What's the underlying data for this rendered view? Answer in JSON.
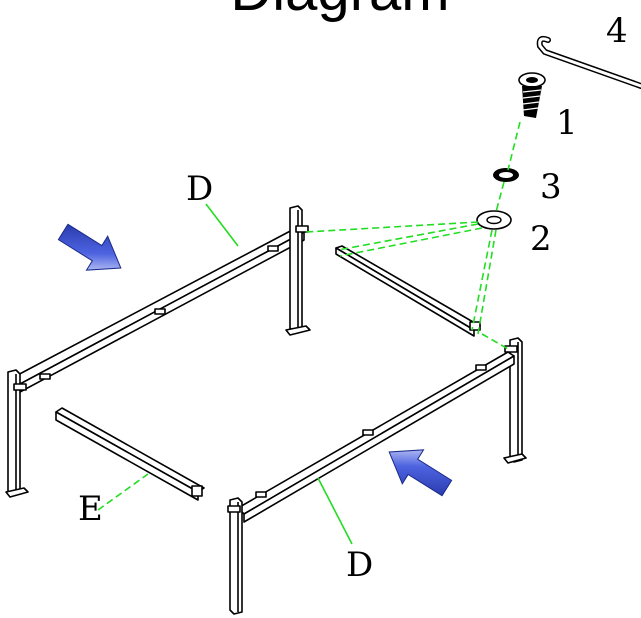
{
  "title": "Diagram",
  "colors": {
    "frame": "#000000",
    "leader": "#22dd22",
    "arrow_fill_dark": "#1f2f9f",
    "arrow_fill_light": "#ffffff"
  },
  "labels": {
    "part_1": "1",
    "part_2": "2",
    "part_3": "3",
    "part_4": "4",
    "rail_top": "D",
    "rail_bottom": "D",
    "rail_side": "E"
  },
  "icons": [
    "blue-arrow-icon",
    "hex-key-icon",
    "bolt-icon",
    "lock-washer-icon",
    "flat-washer-icon"
  ]
}
